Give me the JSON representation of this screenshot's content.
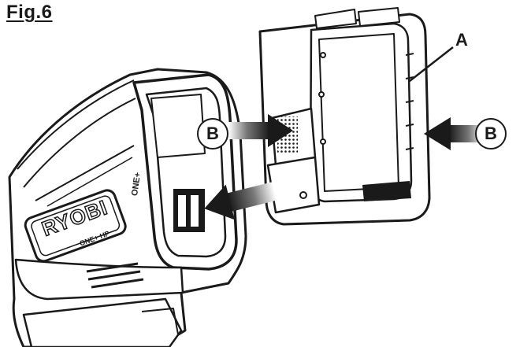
{
  "figure": {
    "title": "Fig.6"
  },
  "callouts": {
    "a_label": "A",
    "b_left_label": "B",
    "b_right_label": "B"
  },
  "brand": {
    "logo_text": "RYOBI",
    "logo_subtext": "ONE+ HP",
    "side_text": "ONE+"
  },
  "colors": {
    "ink": "#1a1a1a",
    "paper": "#ffffff",
    "arrow_shade": "#555555"
  }
}
